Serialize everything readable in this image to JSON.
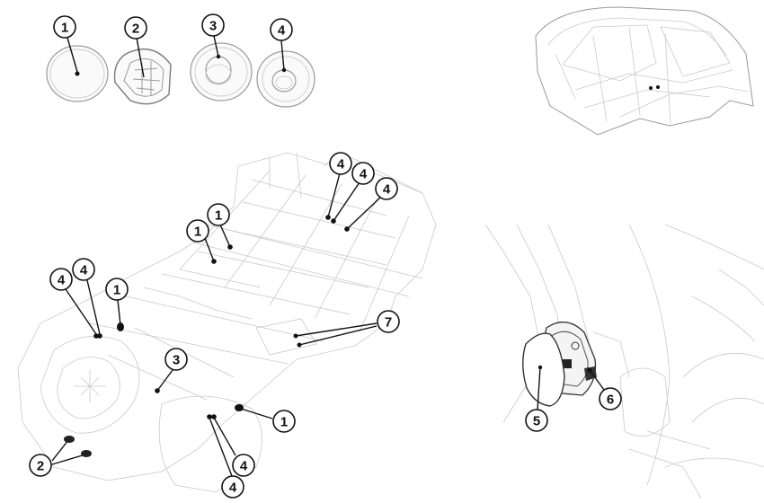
{
  "callouts": {
    "parts": [
      "1",
      "2",
      "3",
      "4"
    ],
    "floor_1a": "1",
    "floor_1b": "1",
    "floor_1c": "1",
    "floor_1d": "1",
    "floor_2": "2",
    "floor_3": "3",
    "floor_4a": "4",
    "floor_4b": "4",
    "floor_4c": "4",
    "floor_4d": "4",
    "floor_4e": "4",
    "floor_4f": "4",
    "floor_4g": "4",
    "floor_7": "7",
    "door_5": "5",
    "door_6": "6"
  },
  "icons": {
    "plug_1": "round-flat-plug-icon",
    "plug_2": "oval-ribbed-plug-icon",
    "plug_3": "grommet-ring-icon",
    "plug_4": "stepped-grommet-icon"
  }
}
